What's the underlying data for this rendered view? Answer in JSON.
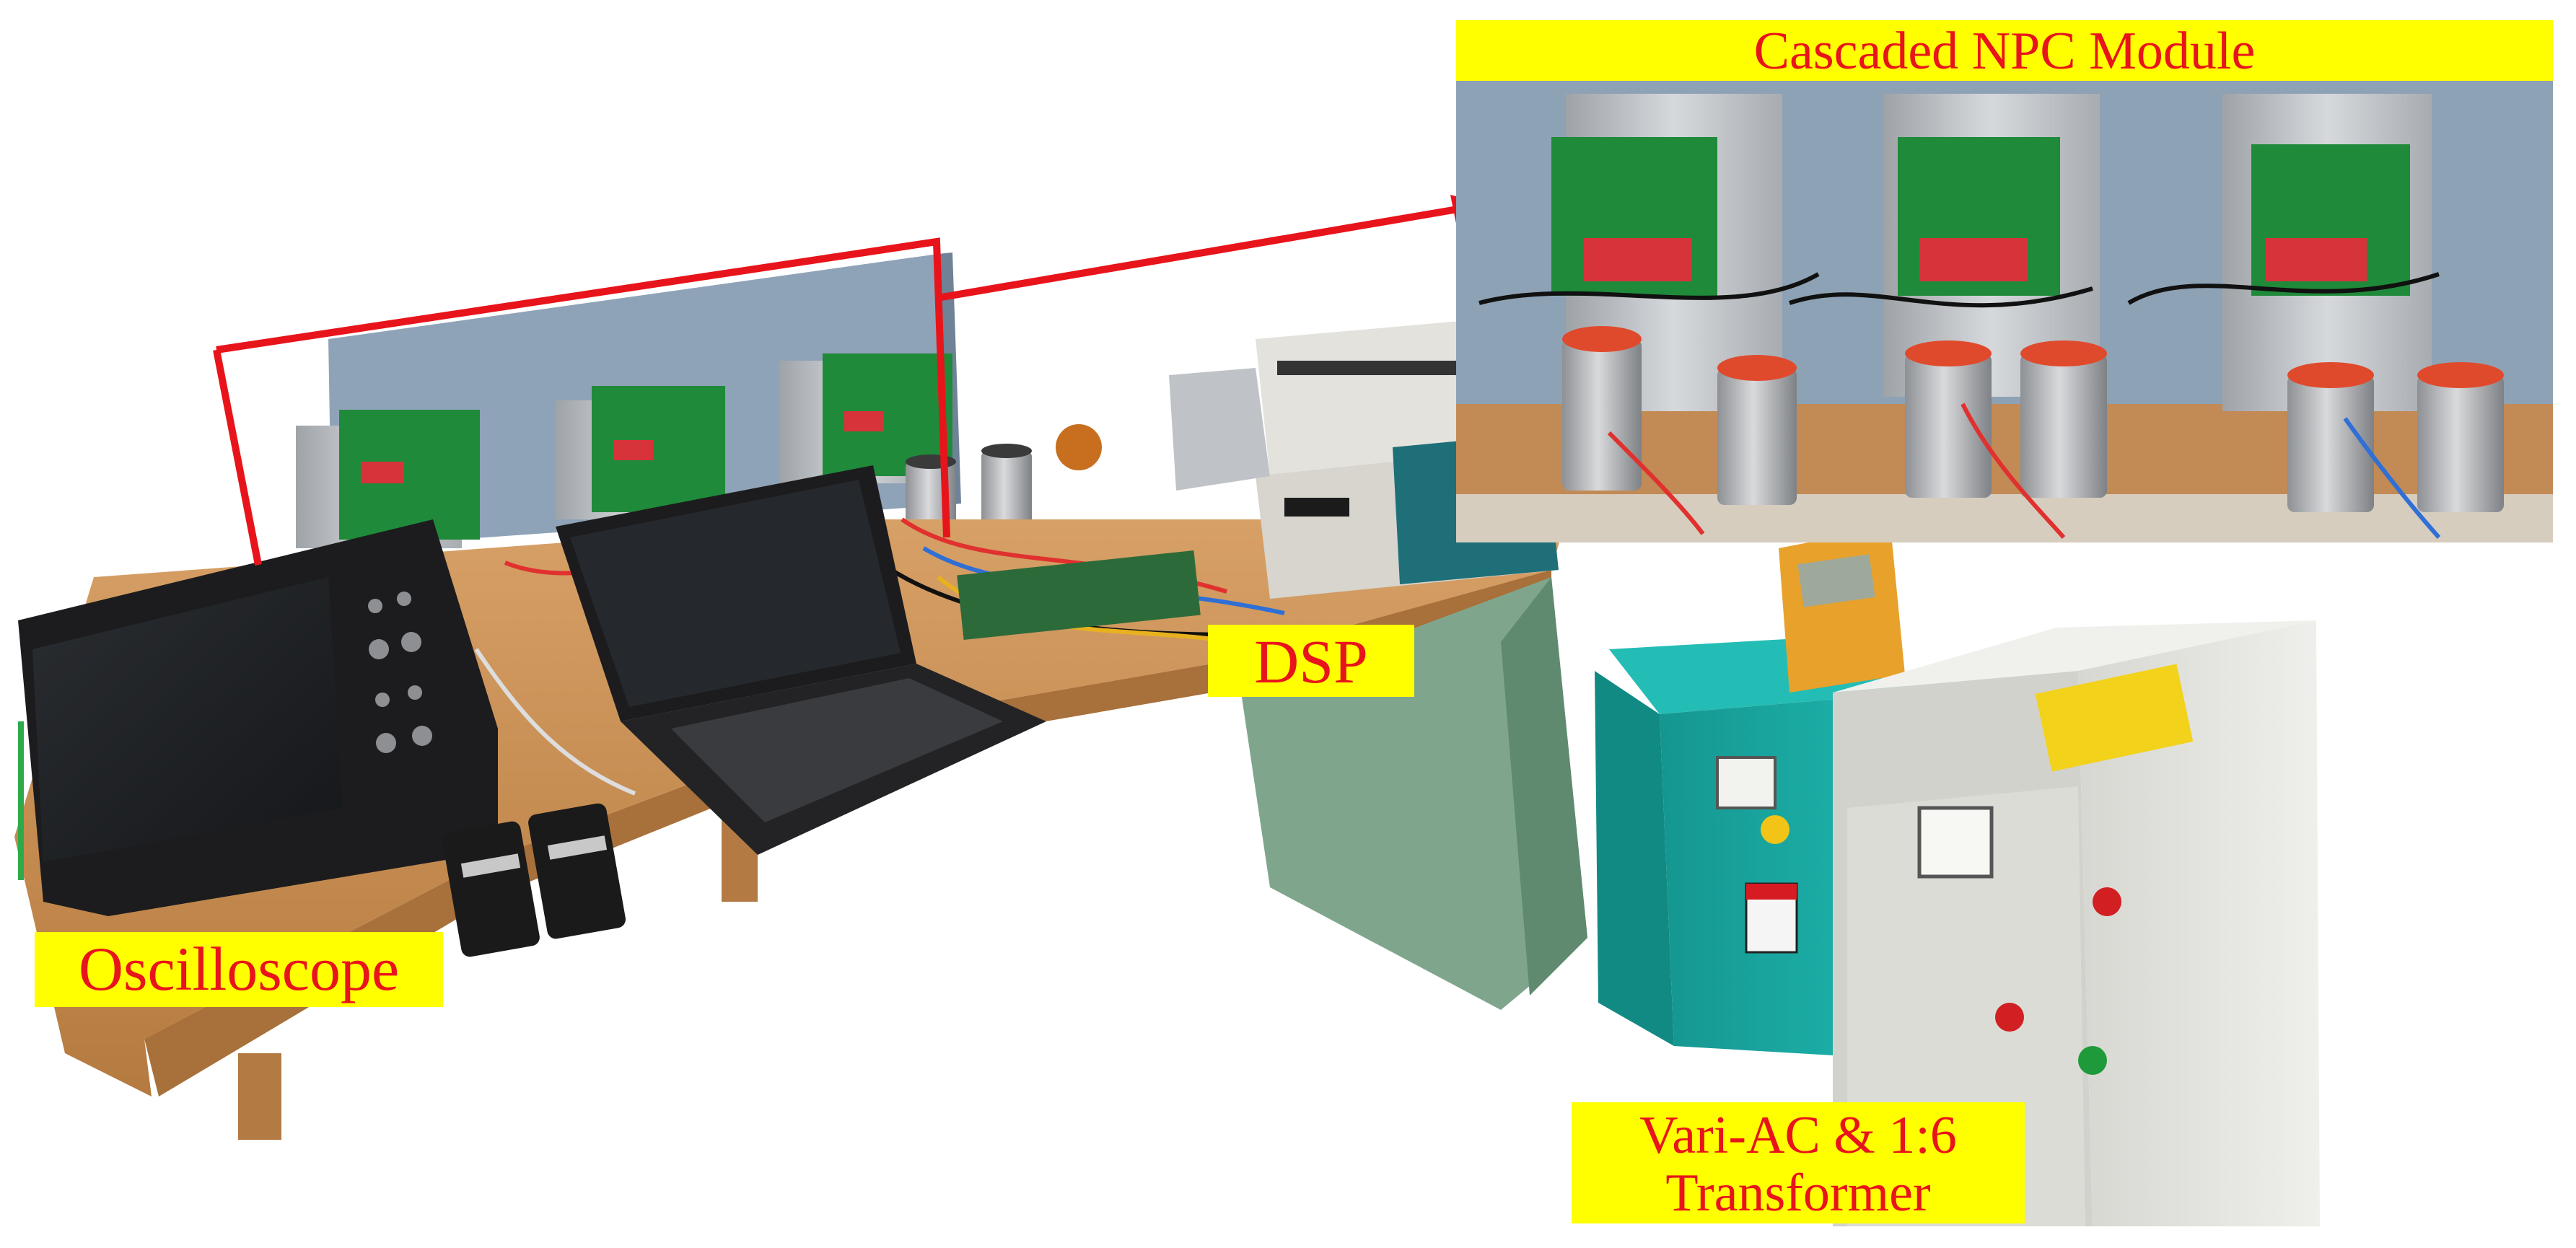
{
  "labels": {
    "cascaded_npc_module": "Cascaded NPC Module",
    "dsp": "DSP",
    "oscilloscope": "Oscilloscope",
    "transformer_line1": "Vari-AC & 1:6",
    "transformer_line2": "Transformer"
  },
  "colors": {
    "label_background": "#ffff00",
    "label_text": "#e8141b",
    "highlight_box": "#e8141b",
    "table_wood": "#c98b4e",
    "partition_panel": "#8fa3b8",
    "pcb_green": "#1f8a3a",
    "heatsink_silver": "#c4c8cc",
    "cabinet_teal": "#1aa6a0",
    "cabinet_white": "#e6e6e2",
    "device_black": "#1c1c1e"
  },
  "icons": {
    "arrow": "arrow-right-icon",
    "danger_sign": "warning-sign-icon"
  }
}
